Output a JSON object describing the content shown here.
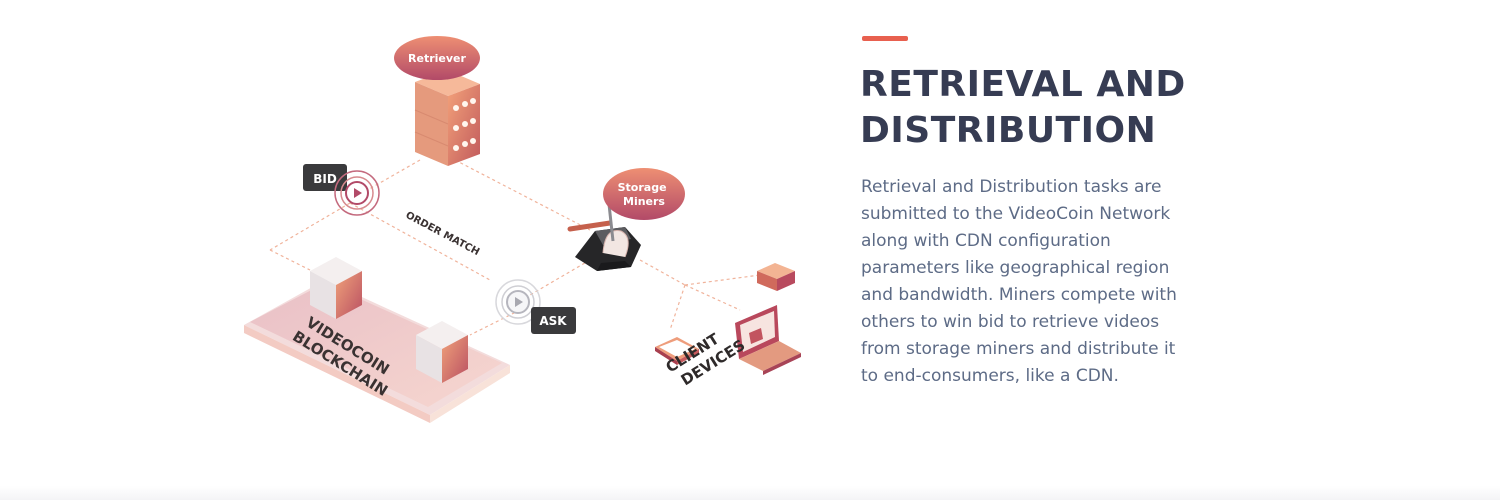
{
  "section": {
    "title_line1": "RETRIEVAL AND",
    "title_line2": "DISTRIBUTION",
    "description": "Retrieval and Distribution tasks are submitted to the VideoCoin Network along with CDN configuration parameters like geographical region and bandwidth. Miners compete with others to win bid to retrieve videos from storage miners and distribute it to end-consumers, like a CDN."
  },
  "diagram": {
    "retriever_label": "Retriever",
    "storage_miners_line1": "Storage",
    "storage_miners_line2": "Miners",
    "bid_label": "BID",
    "ask_label": "ASK",
    "order_match_label": "ORDER MATCH",
    "blockchain_line1": "VIDEOCOIN",
    "blockchain_line2": "BLOCKCHAIN",
    "client_line1": "CLIENT",
    "client_line2": "DEVICES"
  },
  "colors": {
    "accent": "#e8604f",
    "heading": "#363c53",
    "body_text": "#5d6b86",
    "badge_dark": "#3a3a3c",
    "node_gradient_top": "#e8826a",
    "node_gradient_bottom": "#b04b6a"
  },
  "icons": [
    "server-icon",
    "miner-pickaxe-icon",
    "video-play-icon",
    "cube-icon",
    "phone-icon",
    "laptop-icon",
    "wallet-icon"
  ]
}
